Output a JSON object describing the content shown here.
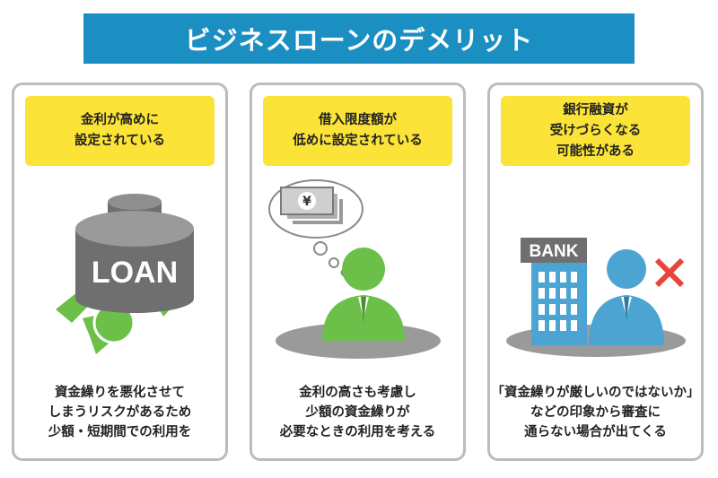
{
  "title": "ビジネスローンのデメリット",
  "cards": [
    {
      "label": "金利が高めに\n設定されている",
      "illustration_text": "LOAN",
      "description": "資金繰りを悪化させて\nしまうリスクがあるため\n少額・短期間での利用を"
    },
    {
      "label": "借入限度額が\n低めに設定されている",
      "illustration_text": "¥",
      "description": "金利の高さも考慮し\n少額の資金繰りが\n必要なときの利用を考える"
    },
    {
      "label": "銀行融資が\n受けづらくなる\n可能性がある",
      "illustration_text": "BANK",
      "description": "「資金繰りが厳しいのではないか」\nなどの印象から審査に\n通らない場合が出てくる"
    }
  ],
  "colors": {
    "title_bg": "#1b8fc2",
    "label_bg": "#fbe337",
    "green": "#6cc04a",
    "blue": "#4ba4d2",
    "gray": "#8a8a8a",
    "red": "#e8463c"
  }
}
